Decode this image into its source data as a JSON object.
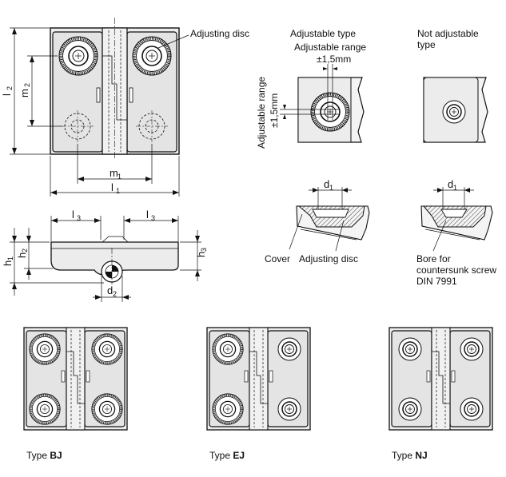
{
  "labels": {
    "adjusting_disc_top": "Adjusting disc",
    "adjustable_type": "Adjustable type",
    "adjustable_range_h": "Adjustable range",
    "adjustable_range_v": "Adjustable range",
    "tol_h": "±1,5mm",
    "tol_v": "±1,5mm",
    "not_adjustable_line1": "Not adjustable",
    "not_adjustable_line2": "type",
    "cover": "Cover",
    "adjusting_disc_section": "Adjusting disc",
    "bore_line1": "Bore for",
    "bore_line2": "countersunk screw",
    "bore_line3": "DIN 7991"
  },
  "dims": {
    "l": "l",
    "m": "m",
    "h": "h",
    "d": "d",
    "l1_sub": "1",
    "l2_sub": "2",
    "l3_sub": "3",
    "m1_sub": "1",
    "m2_sub": "2",
    "h1_sub": "1",
    "h2_sub": "2",
    "h3_sub": "3",
    "d1_sub": "1",
    "d2_sub": "2"
  },
  "types": [
    {
      "prefix": "Type ",
      "code": "BJ"
    },
    {
      "prefix": "Type ",
      "code": "EJ"
    },
    {
      "prefix": "Type ",
      "code": "NJ"
    }
  ]
}
